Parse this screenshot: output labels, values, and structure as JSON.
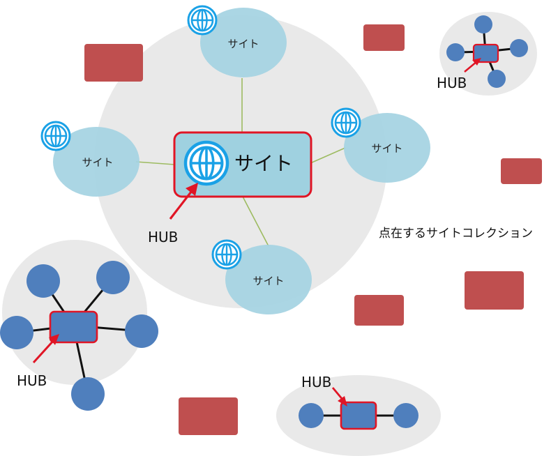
{
  "labels": {
    "site": "サイト",
    "hub": "HUB",
    "scattered": "点在するサイトコレクション"
  },
  "colors": {
    "background_circle": "#e9e9e9",
    "site_circle": "#a4d3e2",
    "hub_box_fill": "#9fd1e0",
    "hub_box_border": "#e01525",
    "arrow": "#e01525",
    "node_circle": "#4f7fbd",
    "scattered_rect": "#bf4f4f",
    "connector_green": "#9dbb61",
    "globe": "#1aa1e6"
  },
  "icons": [
    "globe-icon"
  ]
}
